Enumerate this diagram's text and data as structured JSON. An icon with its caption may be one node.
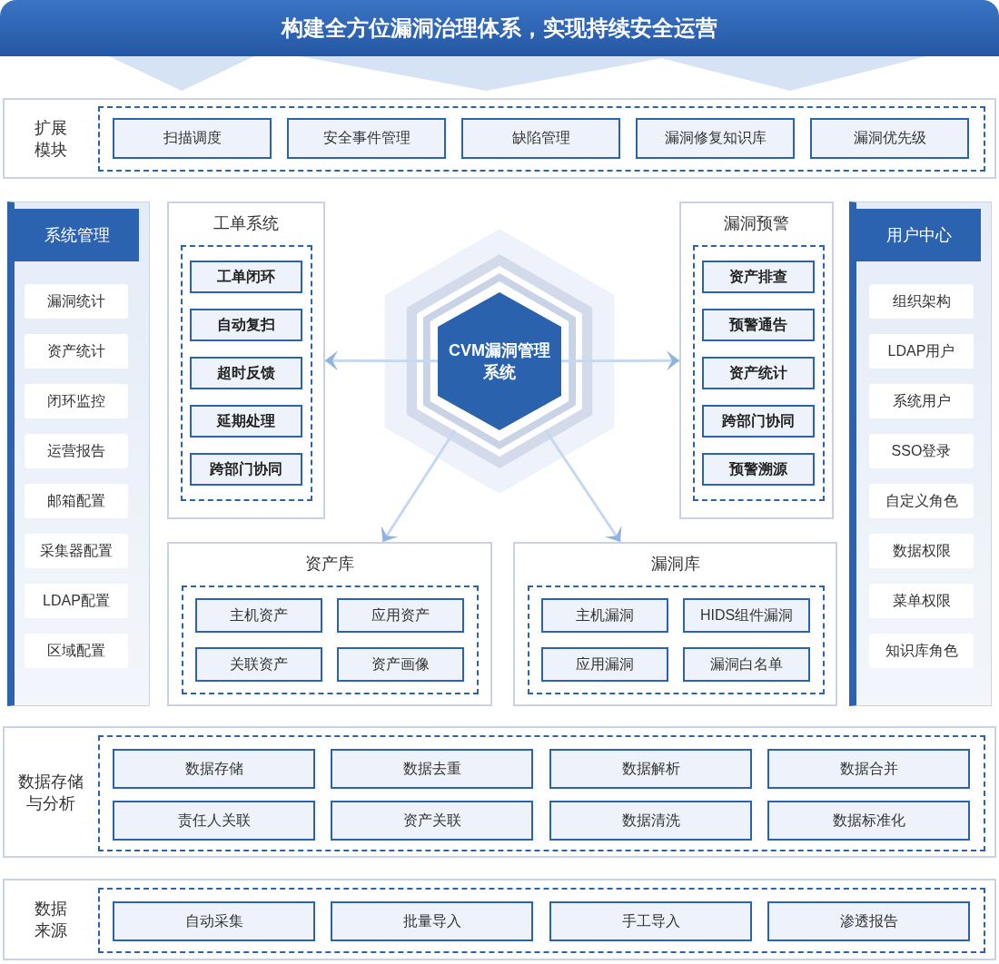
{
  "diagram": {
    "title": "构建全方位漏洞治理体系，实现持续安全运营",
    "nodes": [
      {
        "text": [
          "扩展模块"
        ]
      },
      {
        "text": [
          "扫描调度"
        ],
        "in": 0
      },
      {
        "text": [
          "安全事件管理"
        ],
        "in": 0
      },
      {
        "text": [
          "缺陷管理"
        ],
        "in": 0
      },
      {
        "text": [
          "漏洞修复知识库"
        ],
        "in": 0
      },
      {
        "text": [
          "漏洞优先级"
        ],
        "in": 0
      },
      {
        "text": [
          "系统管理"
        ]
      },
      {
        "text": [
          "漏洞统计"
        ],
        "in": 6
      },
      {
        "text": [
          "资产统计"
        ],
        "in": 6
      },
      {
        "text": [
          "闭环监控"
        ],
        "in": 6
      },
      {
        "text": [
          "运营报告"
        ],
        "in": 6
      },
      {
        "text": [
          "邮箱配置"
        ],
        "in": 6
      },
      {
        "text": [
          "采集器配置"
        ],
        "in": 6
      },
      {
        "text": [
          "LDAP配置"
        ],
        "in": 6
      },
      {
        "text": [
          "区域配置"
        ],
        "in": 6
      },
      {
        "text": [
          "工单系统"
        ]
      },
      {
        "text": [
          "工单闭环"
        ],
        "in": 15
      },
      {
        "text": [
          "自动复扫"
        ],
        "in": 15
      },
      {
        "text": [
          "超时反馈"
        ],
        "in": 15
      },
      {
        "text": [
          "延期处理"
        ],
        "in": 15
      },
      {
        "text": [
          "跨部门协同"
        ],
        "in": 15
      },
      {
        "text": [
          "CVM漏洞管理系统"
        ]
      },
      {
        "text": [
          "漏洞预警"
        ]
      },
      {
        "text": [
          "资产排查"
        ],
        "in": 22
      },
      {
        "text": [
          "预警通告"
        ],
        "in": 22
      },
      {
        "text": [
          "资产统计"
        ],
        "in": 22
      },
      {
        "text": [
          "跨部门协同"
        ],
        "in": 22
      },
      {
        "text": [
          "预警溯源"
        ],
        "in": 22
      },
      {
        "text": [
          "用户中心"
        ]
      },
      {
        "text": [
          "组织架构"
        ],
        "in": 28
      },
      {
        "text": [
          "LDAP用户"
        ],
        "in": 28
      },
      {
        "text": [
          "系统用户"
        ],
        "in": 28
      },
      {
        "text": [
          "SSO登录"
        ],
        "in": 28
      },
      {
        "text": [
          "自定义角色"
        ],
        "in": 28
      },
      {
        "text": [
          "数据权限"
        ],
        "in": 28
      },
      {
        "text": [
          "菜单权限"
        ],
        "in": 28
      },
      {
        "text": [
          "知识库角色"
        ],
        "in": 28
      },
      {
        "text": [
          "资产库"
        ]
      },
      {
        "text": [
          "主机资产"
        ],
        "in": 37
      },
      {
        "text": [
          "应用资产"
        ],
        "in": 37
      },
      {
        "text": [
          "关联资产"
        ],
        "in": 37
      },
      {
        "text": [
          "资产画像"
        ],
        "in": 37
      },
      {
        "text": [
          "漏洞库"
        ]
      },
      {
        "text": [
          "主机漏洞"
        ],
        "in": 42
      },
      {
        "text": [
          "HIDS组件漏洞"
        ],
        "in": 42
      },
      {
        "text": [
          "应用漏洞"
        ],
        "in": 42
      },
      {
        "text": [
          "漏洞白名单"
        ],
        "in": 42
      },
      {
        "text": [
          "数据存储与分析"
        ]
      },
      {
        "text": [
          "数据存储"
        ],
        "in": 47
      },
      {
        "text": [
          "数据去重"
        ],
        "in": 47
      },
      {
        "text": [
          "数据解析"
        ],
        "in": 47
      },
      {
        "text": [
          "数据合并"
        ],
        "in": 47
      },
      {
        "text": [
          "责任人关联"
        ],
        "in": 47
      },
      {
        "text": [
          "资产关联"
        ],
        "in": 47
      },
      {
        "text": [
          "数据清洗"
        ],
        "in": 47
      },
      {
        "text": [
          "数据标准化"
        ],
        "in": 47
      },
      {
        "text": [
          "数据来源"
        ]
      },
      {
        "text": [
          "自动采集"
        ],
        "in": 56
      },
      {
        "text": [
          "批量导入"
        ],
        "in": 56
      },
      {
        "text": [
          "手工导入"
        ],
        "in": 56
      },
      {
        "text": [
          "渗透报告"
        ],
        "in": 56
      }
    ],
    "edges": [
      {
        "from": 21,
        "to": 15,
        "arrow": "to"
      },
      {
        "from": 21,
        "to": 22,
        "arrow": "to"
      },
      {
        "from": 21,
        "to": 37,
        "arrow": "to"
      },
      {
        "from": 21,
        "to": 42,
        "arrow": "to"
      }
    ]
  }
}
